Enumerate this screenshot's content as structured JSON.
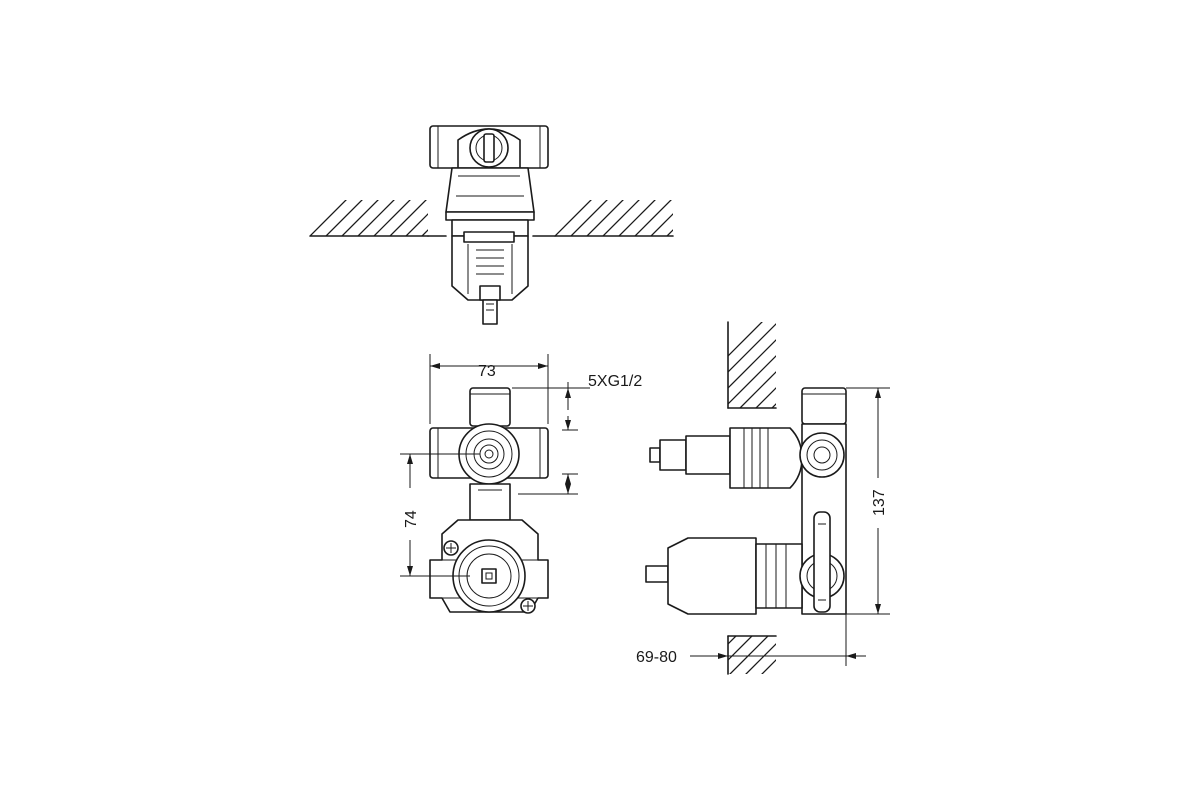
{
  "dimensions": {
    "width_label": "73",
    "thread_label": "5XG1/2",
    "height_label": "74",
    "depth_label": "137",
    "wall_range_label": "69-80"
  }
}
